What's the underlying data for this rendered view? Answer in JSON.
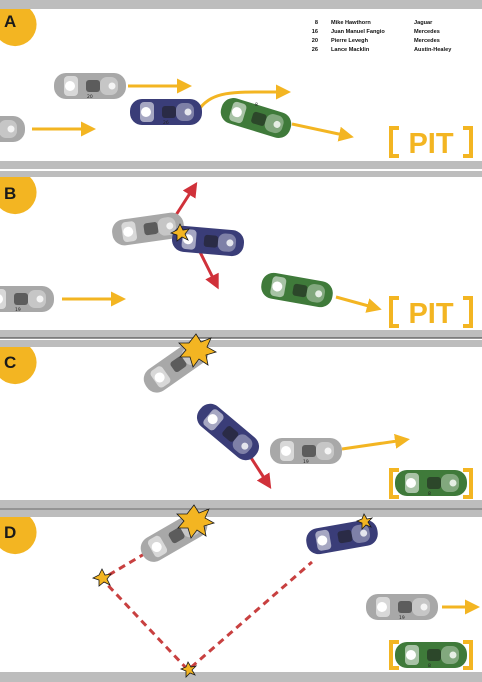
{
  "legend": {
    "entries": [
      {
        "number": "8",
        "driver": "Mike Hawthorn",
        "team": "Jaguar"
      },
      {
        "number": "16",
        "driver": "Juan Manuel Fangio",
        "team": "Mercedes"
      },
      {
        "number": "20",
        "driver": "Pierre Levegh",
        "team": "Mercedes"
      },
      {
        "number": "26",
        "driver": "Lance Macklin",
        "team": "Austin-Healey"
      }
    ]
  },
  "panels": [
    {
      "letter": "A",
      "pit_label": "PIT"
    },
    {
      "letter": "B",
      "pit_label": "PIT"
    },
    {
      "letter": "C"
    },
    {
      "letter": "D"
    }
  ],
  "car_numbers": {
    "n19": "19",
    "n20": "20",
    "n8": "8",
    "n26": "26"
  },
  "colors": {
    "accent_yellow": "#f3b522",
    "track_gray": "#bdbdbd",
    "car_gray": "#a8a8a8",
    "car_navy": "#3a3d78",
    "car_green": "#3f7a3a",
    "impact_red": "#d0313a",
    "trajectory_red": "#c84040"
  }
}
